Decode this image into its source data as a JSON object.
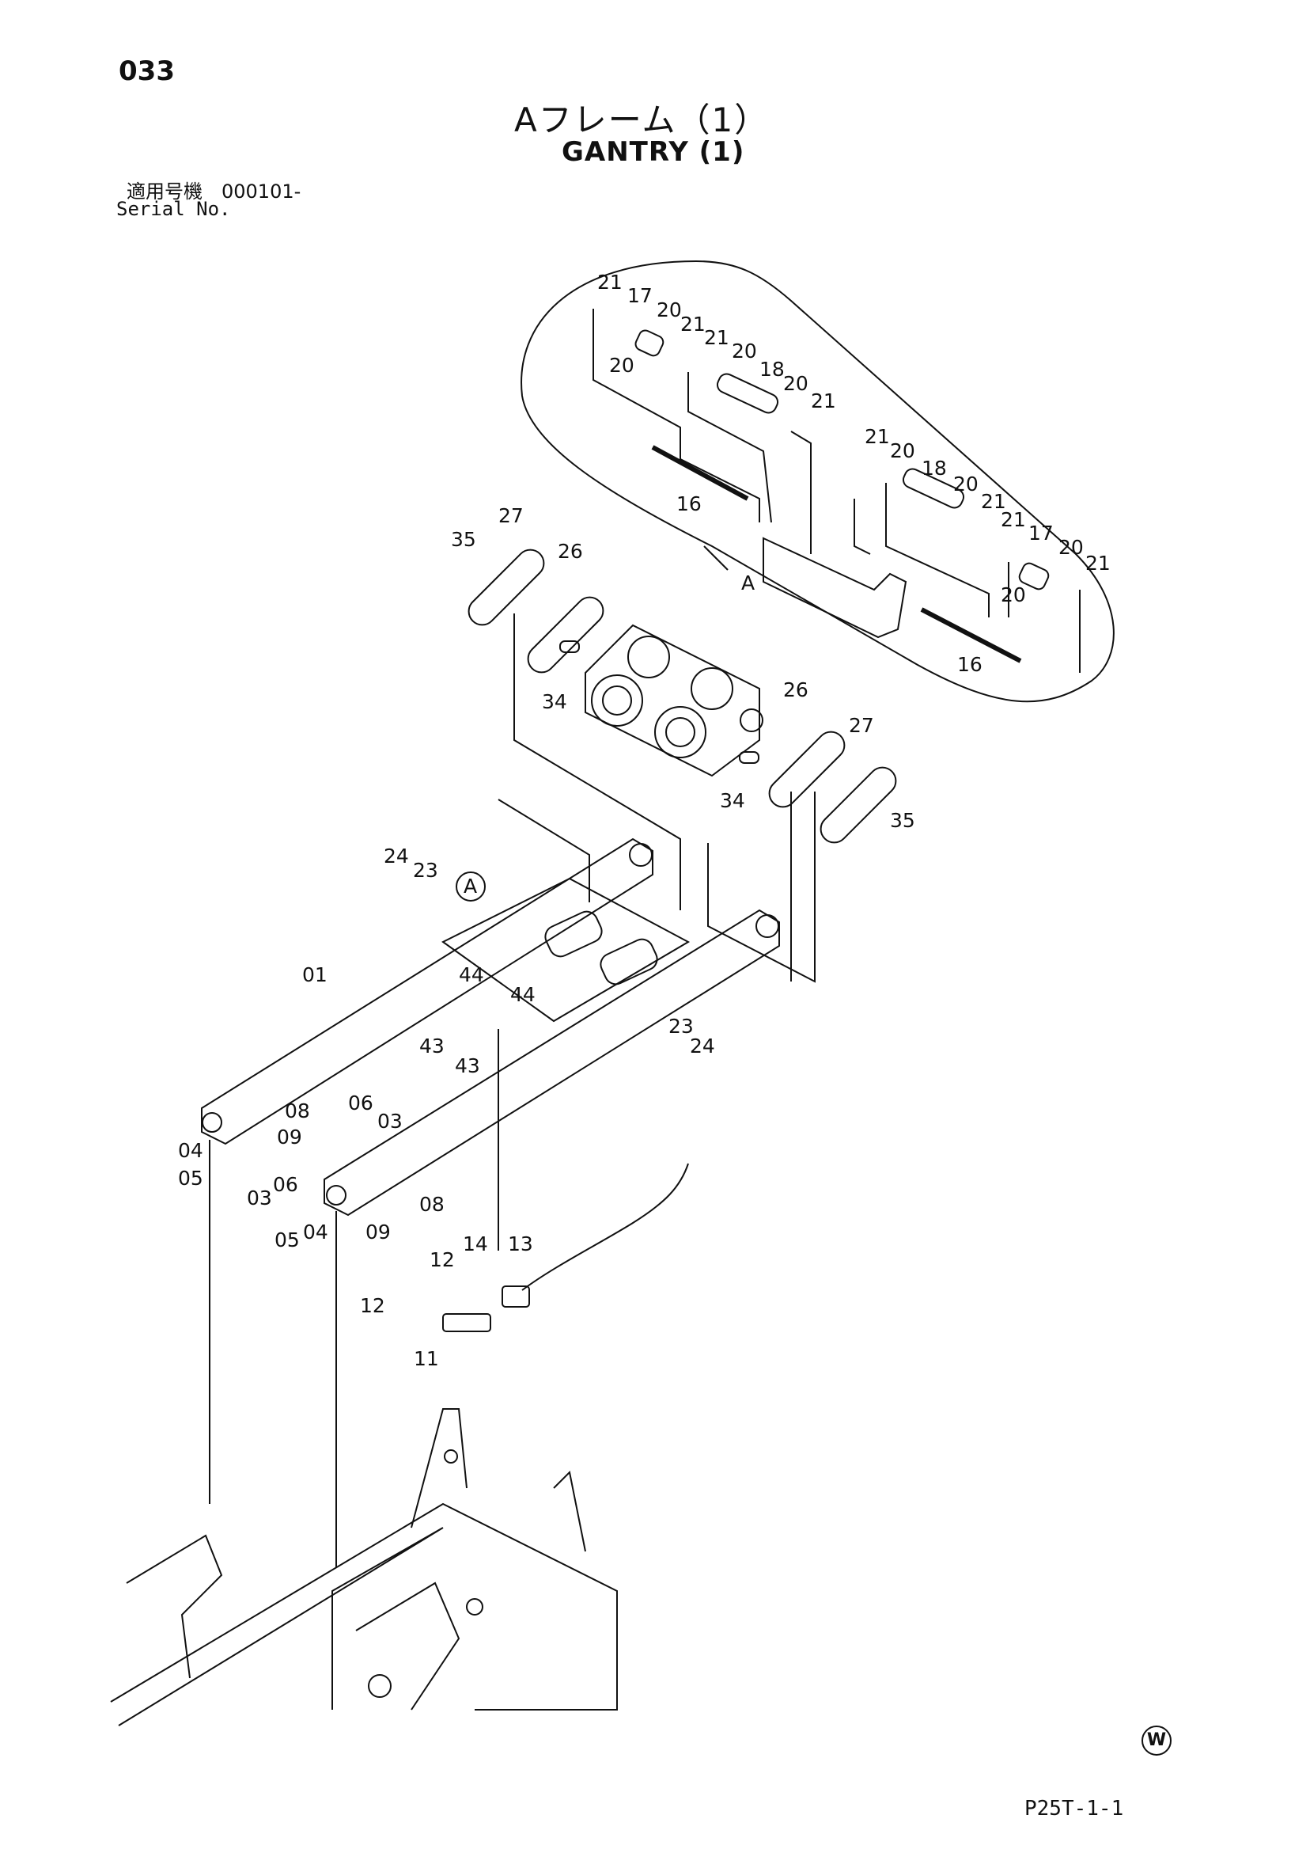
{
  "header": {
    "page_number": "033",
    "title_ja": "Aフレーム（1）",
    "title_en": "GANTRY (1)",
    "serial_ja": "適用号機　000101-",
    "serial_en": "Serial No."
  },
  "footer": {
    "watermark": "W",
    "page_code": "P25T-1-1"
  },
  "detail_marker": "A",
  "part_labels": [
    "21",
    "17",
    "20",
    "21",
    "20",
    "21",
    "20",
    "18",
    "20",
    "21",
    "21",
    "20",
    "18",
    "20",
    "21",
    "21",
    "17",
    "20",
    "20",
    "21",
    "16",
    "16",
    "A",
    "35",
    "27",
    "26",
    "34",
    "26",
    "27",
    "34",
    "35",
    "24",
    "23",
    "A",
    "01",
    "44",
    "44",
    "43",
    "43",
    "23",
    "24",
    "06",
    "03",
    "08",
    "09",
    "04",
    "05",
    "03",
    "06",
    "08",
    "09",
    "05",
    "04",
    "12",
    "14",
    "13",
    "12",
    "11"
  ]
}
